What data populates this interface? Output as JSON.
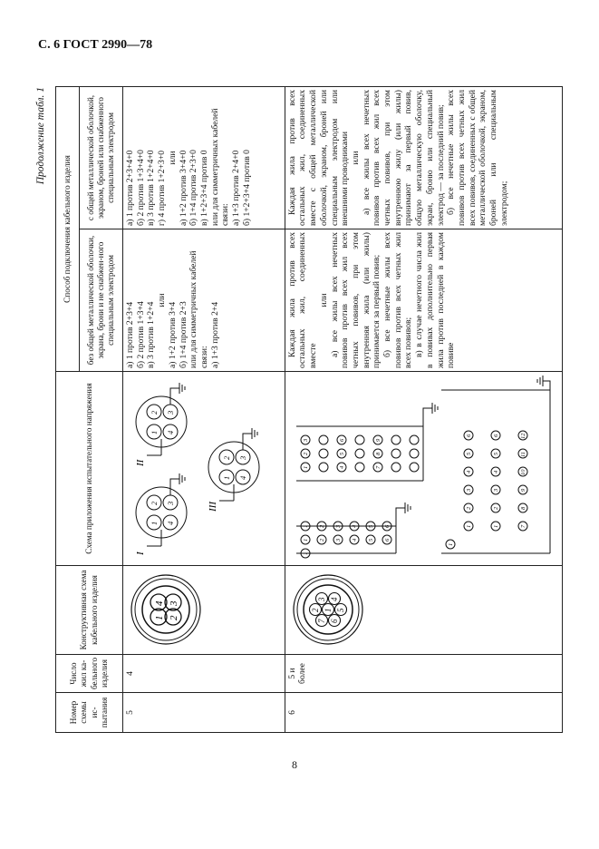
{
  "page": {
    "header": "С. 6 ГОСТ 2990—78",
    "page_number": "8",
    "table_note": "Продолжение табл. 1"
  },
  "table": {
    "headers": {
      "scheme_no": "Номер схемы ис-пытания",
      "core_count": "Число жил ка-бельного изделия",
      "construct": "Конструктивная схема кабельного изделия",
      "voltage_scheme": "Схема приложения испытательного напряжения",
      "method": "Способ подключения кабельного изделия",
      "without_sheath": "без общей металлической оболочки, экрана, брони и не снабжен-ного специальным электродом",
      "with_sheath": "с общей металлической оболочкой, экраном, броней или снабженного специальным электродом"
    },
    "rows": [
      {
        "scheme_no": "5",
        "core_count": "4",
        "diagram_labels": [
          "I",
          "II",
          "III"
        ],
        "without": [
          "а) 1 против 2+3+4",
          "б) 2 против 1+3+4",
          "в) 3 против 1+2+4",
          "или",
          "а) 1+2 против 3+4",
          "б) 1+4 против 2+3",
          "или для симметричных кабелей",
          "связи:",
          "а) 1+3 против 2+4"
        ],
        "with": [
          "а) 1 против 2+3+4+0",
          "б) 2 против 1+3+4+0",
          "в) 3 против 1+2+4+0",
          "г) 4 против 1+2+3+0",
          "или",
          "а) 1+2 против 3+4+0",
          "б) 1+4 против 2+3+0",
          "в) 1+2+3+4 против 0",
          "или для симметричных кабелей",
          "связи:",
          "а) 1+3 против 2+4+0",
          "б) 1+2+3+4 против 0"
        ]
      },
      {
        "scheme_no": "6",
        "core_count": "5 и более",
        "without": {
          "p1": "Каждая жила против всех остальных жил, соединенных вместе",
          "or": "или",
          "p2": "а) все жилы всех нечетных повивов против всех жил всех четных повивов, при этом внутренняя жила (или жилы) принимается за первый повив;",
          "p3": "б) все нечетные жилы всех повивов против всех четных жил всех повивов;",
          "p4": "в) в случае нечетного числа жил в повивах дополнительно первая жила против последней в каждом повиве"
        },
        "with": {
          "p1": "Каждая жила против всех остальных жил, соединенных вместе с общей металлической оболочкой, экраном, броней или специальным электродом или внешними проводниками",
          "or": "или",
          "p2": "а) все жилы всех нечетных повивов против всех жил всех четных повивов, при этом внутреннюю жилу (или жилы) принимают за первый повив, общую металлическую оболочку, экран, броню или специальный электрод — за последний повив;",
          "p3": "б) все нечетные жилы всех повивов против всех четных жил всех повивов, соединенных с общей металлической оболочкой, экраном, броней или специальным электродом;"
        }
      }
    ]
  }
}
